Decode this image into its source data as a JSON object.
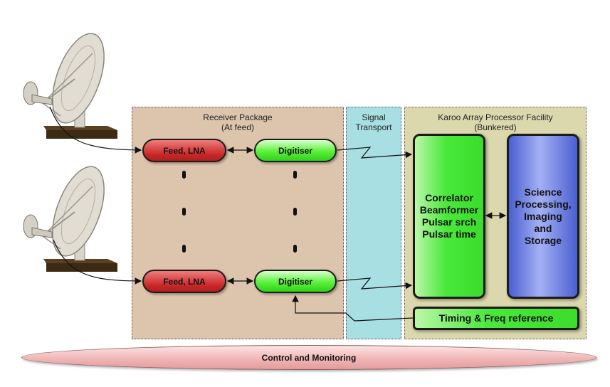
{
  "regions": {
    "receiver": {
      "title": "Receiver Package",
      "subtitle": "(At feed)"
    },
    "signal": {
      "title": "Signal",
      "subtitle": "Transport"
    },
    "karoo": {
      "title": "Karoo Array Processor Facility",
      "subtitle": "(Bunkered)"
    }
  },
  "blocks": {
    "feed_lna_top": "Feed, LNA",
    "digitiser_top": "Digitiser",
    "feed_lna_bottom": "Feed, LNA",
    "digitiser_bottom": "Digitiser",
    "correlator": "Correlator\nBeamformer\nPulsar srch\nPulsar time",
    "science": "Science\nProcessing,\nImaging\nand\nStorage",
    "timing": "Timing & Freq reference"
  },
  "control_bar": "Control and Monitoring",
  "colors": {
    "receiver_bg": "#dcc4ad",
    "signal_bg": "#a8dfe3",
    "karoo_bg": "#dbd8ae",
    "lna_red": "#d23c3c",
    "digitiser_green": "#5cf03a",
    "science_blue": "#4a5fd0",
    "control_pink": "#f0b6b6"
  },
  "icons": [
    "radio-dish-icon",
    "radio-dish-icon"
  ]
}
